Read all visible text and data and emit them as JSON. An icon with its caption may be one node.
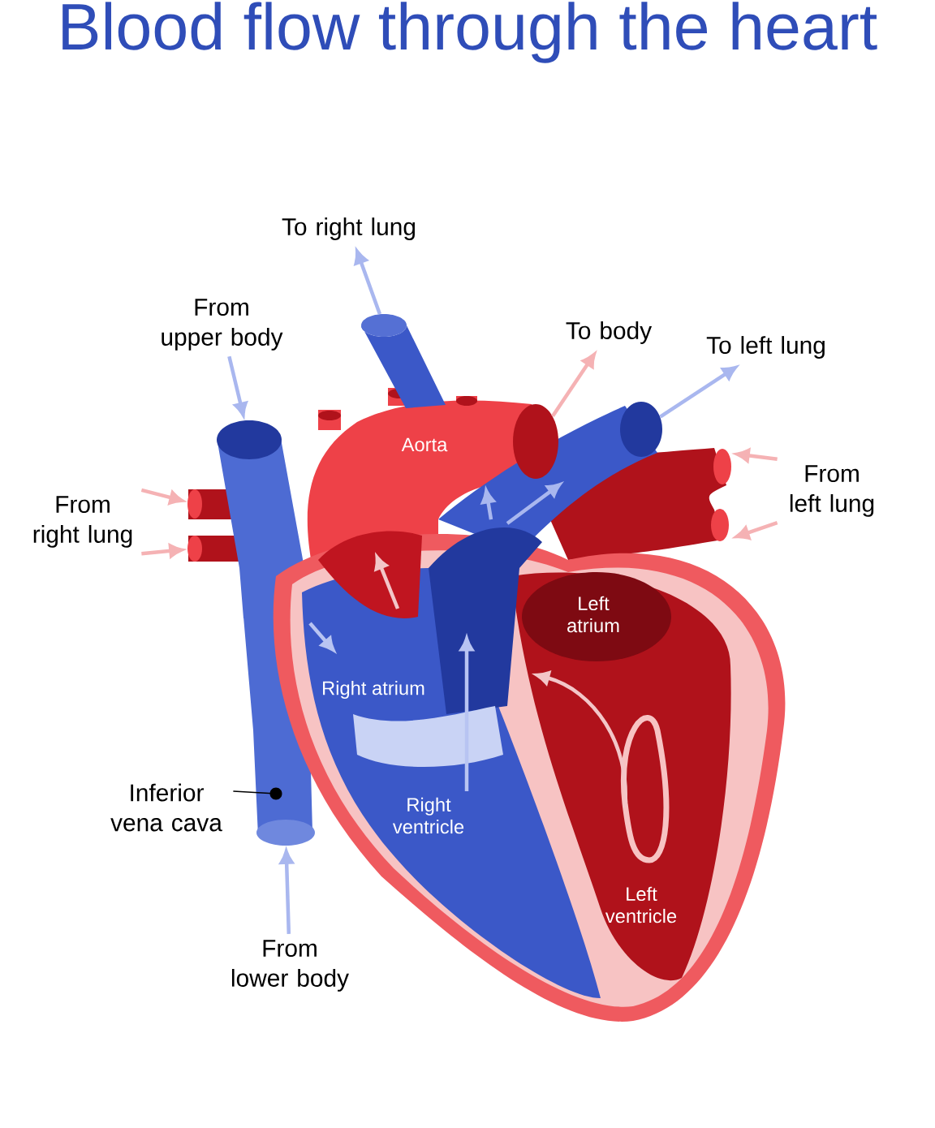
{
  "diagram": {
    "title": "Blood flow through the heart",
    "nodes": [
      {
        "text": [
          "To right lung"
        ]
      },
      {
        "text": [
          "From upper body"
        ]
      },
      {
        "text": [
          "To body"
        ]
      },
      {
        "text": [
          "To left lung"
        ]
      },
      {
        "text": [
          "From left lung"
        ]
      },
      {
        "text": [
          "From right lung"
        ]
      },
      {
        "text": [
          "Inferior vena cava"
        ]
      },
      {
        "text": [
          "From lower body"
        ]
      },
      {
        "text": [],
        "shape": "ellipse"
      },
      {
        "text": [],
        "shape": "ellipse"
      },
      {
        "text": [],
        "shape": "ellipse"
      },
      {
        "text": [],
        "shape": "ellipse"
      },
      {
        "text": [],
        "shape": "ellipse"
      },
      {
        "text": [],
        "shape": "ellipse"
      },
      {
        "text": [],
        "shape": "ellipse"
      },
      {
        "text": [],
        "shape": "ellipse"
      }
    ],
    "edges": [
      {
        "from": 8,
        "to": 0,
        "arrow": "to",
        "color": "#a9b7ef"
      },
      {
        "from": 1,
        "to": 9,
        "arrow": "to",
        "color": "#a9b7ef"
      },
      {
        "from": 11,
        "to": 2,
        "arrow": "to"
      },
      {
        "from": 12,
        "to": 3,
        "arrow": "to",
        "color": "#a9b7ef"
      },
      {
        "from": 4,
        "to": 13,
        "arrow": "to"
      },
      {
        "from": 4,
        "to": 13,
        "arrow": "to"
      },
      {
        "from": 5,
        "to": 14,
        "arrow": "to"
      },
      {
        "from": 5,
        "to": 15,
        "arrow": "to"
      },
      {
        "from": 6,
        "to": null,
        "arrow": "other",
        "color": "#000000"
      },
      {
        "from": 7,
        "to": 10,
        "arrow": "to",
        "color": "#a9b7ef"
      }
    ],
    "labels": [
      "Aorta",
      "Left atrium",
      "Right atrium",
      "Right ventricle",
      "Left ventricle"
    ]
  }
}
